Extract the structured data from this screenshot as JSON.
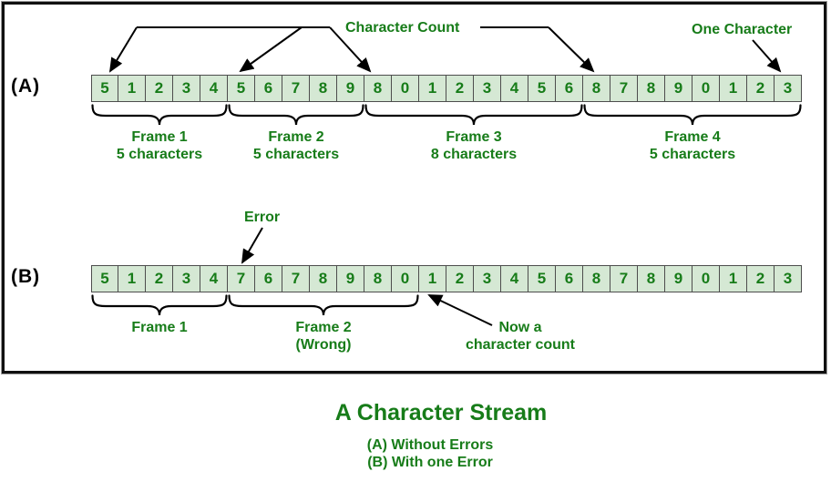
{
  "diagram": {
    "rows": {
      "a": {
        "label": "(A)",
        "cells": [
          "5",
          "1",
          "2",
          "3",
          "4",
          "5",
          "6",
          "7",
          "8",
          "9",
          "8",
          "0",
          "1",
          "2",
          "3",
          "4",
          "5",
          "6",
          "8",
          "7",
          "8",
          "9",
          "0",
          "1",
          "2",
          "3"
        ],
        "frames": [
          {
            "name": "Frame 1",
            "sub": "5 characters",
            "start": 0,
            "span": 5
          },
          {
            "name": "Frame 2",
            "sub": "5 characters",
            "start": 5,
            "span": 5
          },
          {
            "name": "Frame 3",
            "sub": "8 characters",
            "start": 10,
            "span": 8
          },
          {
            "name": "Frame 4",
            "sub": "5 characters",
            "start": 18,
            "span": 8
          }
        ]
      },
      "b": {
        "label": "(B)",
        "cells": [
          "5",
          "1",
          "2",
          "3",
          "4",
          "7",
          "6",
          "7",
          "8",
          "9",
          "8",
          "0",
          "1",
          "2",
          "3",
          "4",
          "5",
          "6",
          "8",
          "7",
          "8",
          "9",
          "0",
          "1",
          "2",
          "3"
        ],
        "frames": [
          {
            "name": "Frame 1",
            "sub": "",
            "start": 0,
            "span": 5
          },
          {
            "name": "Frame 2",
            "sub": "(Wrong)",
            "start": 5,
            "span": 7
          }
        ]
      }
    },
    "annotations": {
      "character_count": "Character Count",
      "one_character": "One Character",
      "error": "Error",
      "now_line1": "Now a",
      "now_line2": "character count"
    }
  },
  "caption": {
    "title": "A Character Stream",
    "line_a": "(A) Without Errors",
    "line_b": "(B) With one Error"
  },
  "colors": {
    "text_green": "#177c19",
    "cell_fill": "#d5e8d4",
    "cell_border": "#4d4d4d",
    "line_black": "#000000"
  }
}
